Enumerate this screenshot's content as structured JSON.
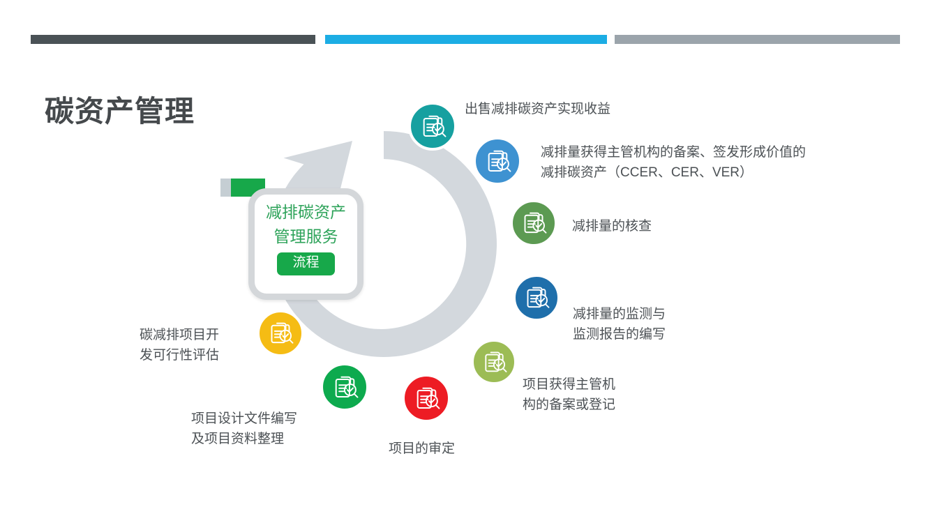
{
  "deco": {
    "bar_dark_color": "#4a5256",
    "bar_blue_color": "#1cade4",
    "bar_gray_color": "#9ba4ab",
    "ring_color": "#d3d8dd"
  },
  "header": {
    "title": "碳资产管理"
  },
  "center_card": {
    "line1": "减排碳资产",
    "line2": "管理服务",
    "pill": "流程",
    "text_color": "#2ea35a",
    "pill_color": "#17a84a",
    "tab_color": "#17a84a"
  },
  "steps": [
    {
      "id": "step-sell-assets",
      "label": "出售减排碳资产实现收益",
      "color": "#16a0a0",
      "icon": "document-search-check-icon"
    },
    {
      "id": "step-filing-issuance",
      "label": "减排量获得主管机构的备案、签发形成价值的\n减排碳资产（CCER、CER、VER）",
      "color": "#3e92d1",
      "icon": "document-search-check-icon"
    },
    {
      "id": "step-verification",
      "label": "减排量的核查",
      "color": "#5c9a52",
      "icon": "document-search-check-icon"
    },
    {
      "id": "step-monitoring",
      "label": "减排量的监测与\n监测报告的编写",
      "color": "#1f6fab",
      "icon": "document-search-check-icon"
    },
    {
      "id": "step-registration",
      "label": "项目获得主管机\n构的备案或登记",
      "color": "#9cbc55",
      "icon": "document-search-check-icon"
    },
    {
      "id": "step-validation",
      "label": "项目的审定",
      "color": "#ed1c24",
      "icon": "document-search-check-icon"
    },
    {
      "id": "step-pdd-writing",
      "label": "项目设计文件编写\n及项目资料整理",
      "color": "#0daa4e",
      "icon": "document-search-check-icon"
    },
    {
      "id": "step-feasibility",
      "label": "碳减排项目开\n发可行性评估",
      "color": "#f5bc14",
      "icon": "document-search-check-icon"
    }
  ]
}
